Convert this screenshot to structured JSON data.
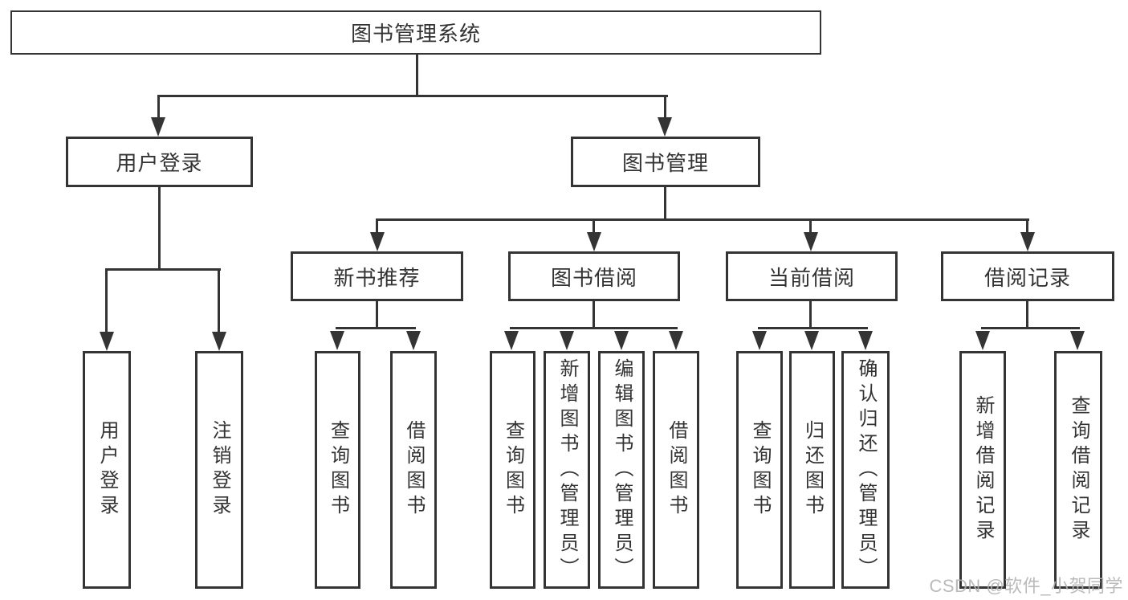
{
  "tree": {
    "root": {
      "label": "图书管理系统",
      "children": [
        {
          "label": "用户登录",
          "children": [
            {
              "label": "用户登录"
            },
            {
              "label": "注销登录"
            }
          ]
        },
        {
          "label": "图书管理",
          "children": [
            {
              "label": "新书推荐",
              "children": [
                {
                  "label": "查询图书"
                },
                {
                  "label": "借阅图书"
                }
              ]
            },
            {
              "label": "图书借阅",
              "children": [
                {
                  "label": "查询图书"
                },
                {
                  "label": "新增图书（管理员）"
                },
                {
                  "label": "编辑图书（管理员）"
                },
                {
                  "label": "借阅图书"
                }
              ]
            },
            {
              "label": "当前借阅",
              "children": [
                {
                  "label": "查询图书"
                },
                {
                  "label": "归还图书"
                },
                {
                  "label": "确认归还（管理员）"
                }
              ]
            },
            {
              "label": "借阅记录",
              "children": [
                {
                  "label": "新增借阅记录"
                },
                {
                  "label": "查询借阅记录"
                }
              ]
            }
          ]
        }
      ]
    }
  },
  "watermark": "CSDN @软件_小贺同学",
  "colors": {
    "line": "#343434",
    "text": "#333333",
    "watermark": "#b3b3b3",
    "background": "#ffffff"
  }
}
